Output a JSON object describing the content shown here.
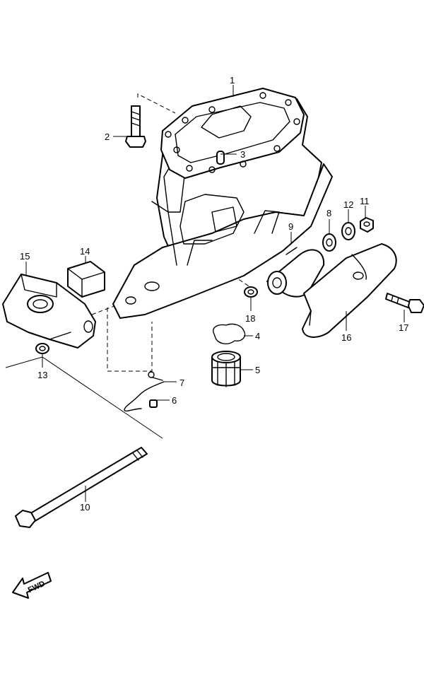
{
  "callouts": {
    "p1": "1",
    "p2": "2",
    "p3": "3",
    "p4": "4",
    "p5": "5",
    "p6": "6",
    "p7": "7",
    "p8": "8",
    "p9": "9",
    "p10": "10",
    "p11": "11",
    "p12": "12",
    "p13": "13",
    "p14": "14",
    "p15": "15",
    "p16": "16",
    "p17": "17",
    "p18": "18"
  },
  "direction_badge": {
    "label": "FWD"
  }
}
